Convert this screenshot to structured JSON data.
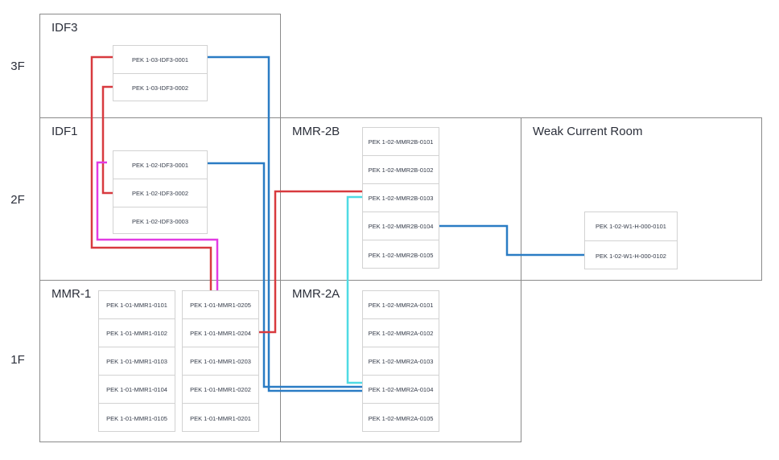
{
  "colors": {
    "room_border": "#8a8a8a",
    "rack_border": "#d2d2d2",
    "cable_red": "#d83a3f",
    "cable_blue": "#2a7cc4",
    "cable_magenta": "#e23be3",
    "cable_cyan": "#4fdbe4"
  },
  "floors": [
    "3F",
    "2F",
    "1F"
  ],
  "rooms": {
    "idf3": "IDF3",
    "idf1": "IDF1",
    "mmr2b": "MMR-2B",
    "weak": "Weak Current Room",
    "mmr1": "MMR-1",
    "mmr2a": "MMR-2A"
  },
  "panels": {
    "idf3": [
      "PEK 1-03-IDF3-0001",
      "PEK 1-03-IDF3-0002"
    ],
    "idf1": [
      "PEK 1-02-IDF3-0001",
      "PEK 1-02-IDF3-0002",
      "PEK 1-02-IDF3-0003"
    ],
    "mmr2b": [
      "PEK 1-02-MMR2B-0101",
      "PEK 1-02-MMR2B-0102",
      "PEK 1-02-MMR2B-0103",
      "PEK 1-02-MMR2B-0104",
      "PEK 1-02-MMR2B-0105"
    ],
    "weak": [
      "PEK 1-02-W1-H-000-0101",
      "PEK 1-02-W1-H-000-0102"
    ],
    "mmr1_a": [
      "PEK 1-01-MMR1-0101",
      "PEK 1-01-MMR1-0102",
      "PEK 1-01-MMR1-0103",
      "PEK 1-01-MMR1-0104",
      "PEK 1-01-MMR1-0105"
    ],
    "mmr1_b": [
      "PEK 1-01-MMR1-0205",
      "PEK 1-01-MMR1-0204",
      "PEK 1-01-MMR1-0203",
      "PEK 1-01-MMR1-0202",
      "PEK 1-01-MMR1-0201"
    ],
    "mmr2a": [
      "PEK 1-02-MMR2A-0101",
      "PEK 1-02-MMR2A-0102",
      "PEK 1-02-MMR2A-0103",
      "PEK 1-02-MMR2A-0104",
      "PEK 1-02-MMR2A-0105"
    ]
  }
}
